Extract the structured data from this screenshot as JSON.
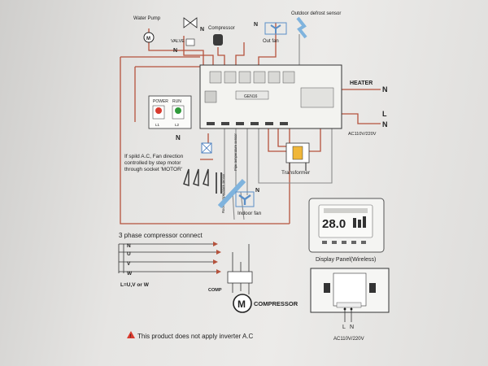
{
  "labels": {
    "water_pump": "Water Pump",
    "valve": "VALVE",
    "compressor_top": "Compressor",
    "out_fan": "Out fan",
    "outdoor_defrost_sensor": "Outdoor defrost sensor",
    "heater": "HEATER",
    "n_letter": "N",
    "l_letter": "L",
    "u_letter": "U",
    "v_letter": "V",
    "w_letter": "W",
    "m_letter": "M",
    "ac_supply": "AC110V/220V",
    "power": "POWER",
    "run": "RUN",
    "l1": "L1",
    "l2": "L2",
    "swing_note": [
      "If spild A.C, Fan direction",
      "controlled by step motor",
      "through socket 'MOTOR'"
    ],
    "transformer": "Transformer",
    "indoor_fan": "Indoor fan",
    "pipe_sensor": "Pipe temperature sensor",
    "room_sensor": "Room temperature sensor",
    "three_phase": "3 phase compressor connect",
    "l_equals": "L=U,V or W",
    "comp": "COMP",
    "compressor_label": "COMPRESSOR",
    "display_panel": "Display Panel(Wireless)",
    "display_temp": "28.0",
    "warning": "This product does not apply inverter A.C",
    "board_model": "GEN16"
  }
}
